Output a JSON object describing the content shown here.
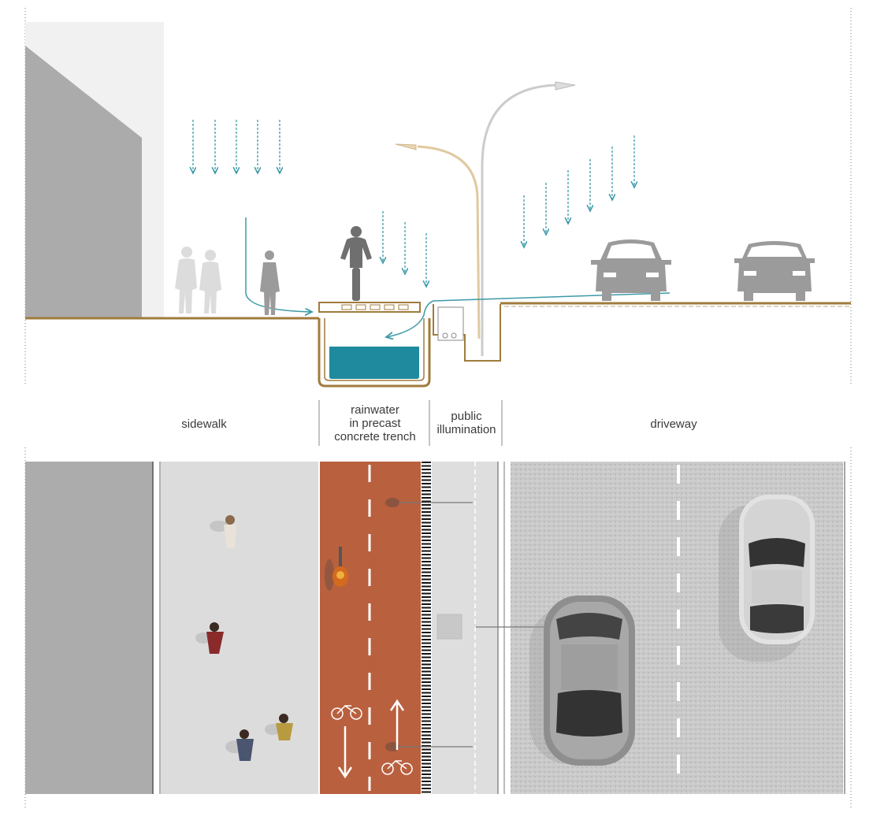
{
  "zones": {
    "sidewalk": "sidewalk",
    "rainwater_trench": "rainwater\nin precast\nconcrete trench",
    "public_illumination": "public\nillumination",
    "driveway": "driveway"
  },
  "colors": {
    "ground_line": "#a07b3c",
    "water": "#1f8a9e",
    "rain_arrow": "#3d9aa8",
    "bike_lane": "#b9603f",
    "sidewalk": "#dadada",
    "building": "#aeaeae",
    "asphalt": "#c8c8c8",
    "silhouette": "#9b9b9b"
  },
  "icons": [
    "rain-arrow-icon",
    "pedestrian-icon",
    "cyclist-icon",
    "car-icon",
    "street-lamp-icon",
    "bicycle-symbol-icon",
    "direction-arrow-icon"
  ]
}
